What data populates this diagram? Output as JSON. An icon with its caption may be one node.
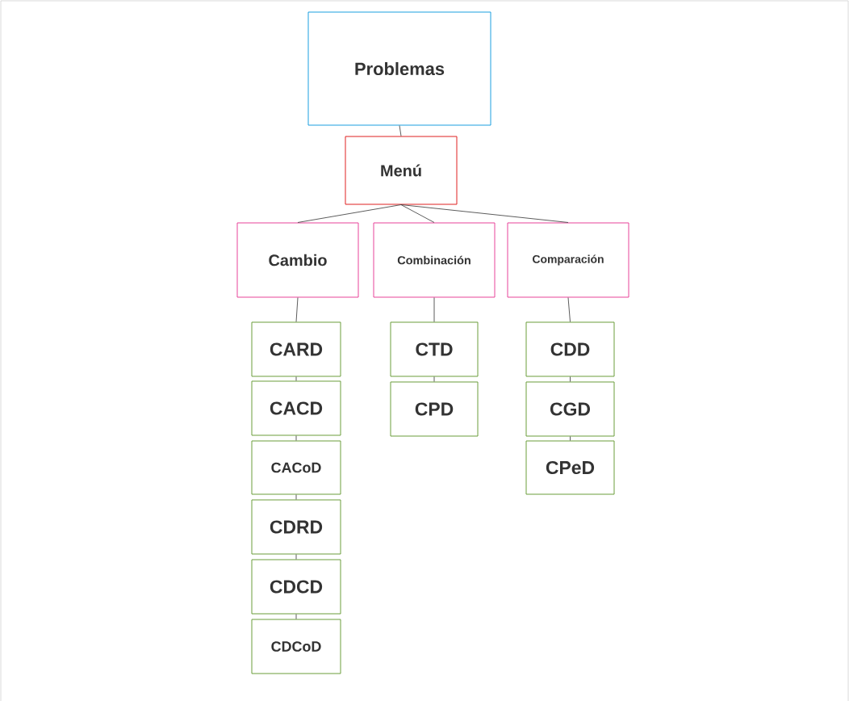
{
  "diagram": {
    "nodes": [
      {
        "text": [
          "Problemas"
        ]
      },
      {
        "text": [
          "Menú"
        ]
      },
      {
        "text": [
          "Cambio"
        ]
      },
      {
        "text": [
          "Combinación"
        ]
      },
      {
        "text": [
          "Comparación"
        ]
      },
      {
        "text": [
          "CARD"
        ]
      },
      {
        "text": [
          "CACD"
        ]
      },
      {
        "text": [
          "CACoD"
        ]
      },
      {
        "text": [
          "CDRD"
        ]
      },
      {
        "text": [
          "CDCD"
        ]
      },
      {
        "text": [
          "CDCoD"
        ]
      },
      {
        "text": [
          "CTD"
        ]
      },
      {
        "text": [
          "CPD"
        ]
      },
      {
        "text": [
          "CDD"
        ]
      },
      {
        "text": [
          "CGD"
        ]
      },
      {
        "text": [
          "CPeD"
        ]
      }
    ],
    "edges": [
      {
        "from": 0,
        "to": 1,
        "arrow": "none"
      },
      {
        "from": 1,
        "to": 2,
        "arrow": "none"
      },
      {
        "from": 1,
        "to": 3,
        "arrow": "none"
      },
      {
        "from": 1,
        "to": 4,
        "arrow": "none"
      },
      {
        "from": 2,
        "to": 5,
        "arrow": "none"
      },
      {
        "from": 5,
        "to": 6,
        "arrow": "none"
      },
      {
        "from": 6,
        "to": 7,
        "arrow": "none"
      },
      {
        "from": 7,
        "to": 8,
        "arrow": "none"
      },
      {
        "from": 8,
        "to": 9,
        "arrow": "none"
      },
      {
        "from": 9,
        "to": 10,
        "arrow": "none"
      },
      {
        "from": 3,
        "to": 11,
        "arrow": "none"
      },
      {
        "from": 11,
        "to": 12,
        "arrow": "none"
      },
      {
        "from": 4,
        "to": 13,
        "arrow": "none"
      },
      {
        "from": 13,
        "to": 14,
        "arrow": "none"
      },
      {
        "from": 14,
        "to": 15,
        "arrow": "none"
      }
    ]
  }
}
